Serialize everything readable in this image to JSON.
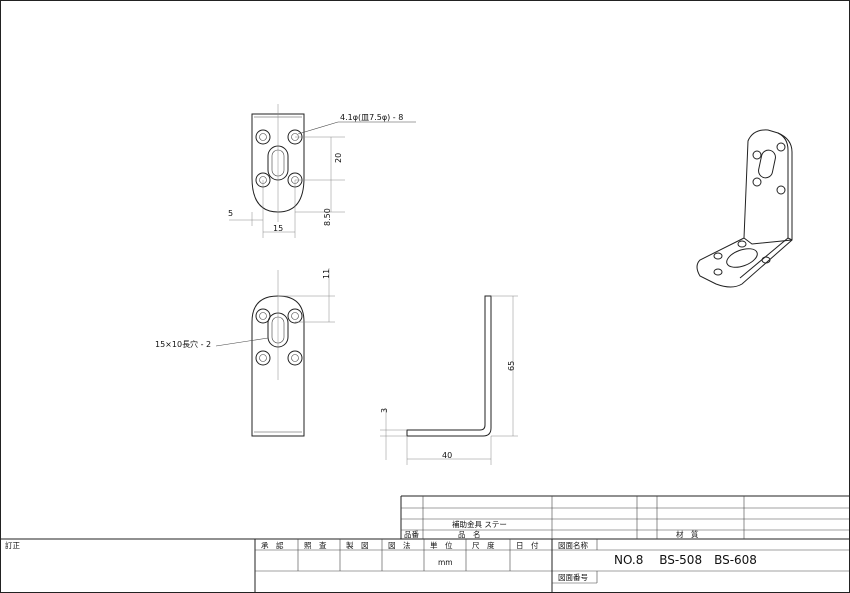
{
  "drawing": {
    "callouts": {
      "hole_note": "4.1φ(皿7.5φ) - 8",
      "slot_note": "15×10長穴 - 2"
    },
    "dimensions": {
      "front_width": "15",
      "front_offset": "5",
      "front_hole_pitch": "20",
      "front_edge": "8.50",
      "side_top": "11",
      "profile_height": "65",
      "profile_length": "40",
      "profile_thickness": "3"
    }
  },
  "title_block": {
    "revision_label": "訂正",
    "part_name_value": "補助金具 ステー",
    "part_number_label": "品番",
    "part_name_label": "品　名",
    "material_label": "材　質",
    "approval_label": "承　認",
    "check_label": "照　査",
    "drafting_label": "製　図",
    "method_label": "図　法",
    "unit_label": "単　位",
    "scale_label": "尺　度",
    "date_label": "日　付",
    "unit_value": "mm",
    "drawing_name_label": "図面名称",
    "drawing_name_value": "NO.8　 BS-508　BS-608",
    "drawing_number_label": "図面番号"
  }
}
